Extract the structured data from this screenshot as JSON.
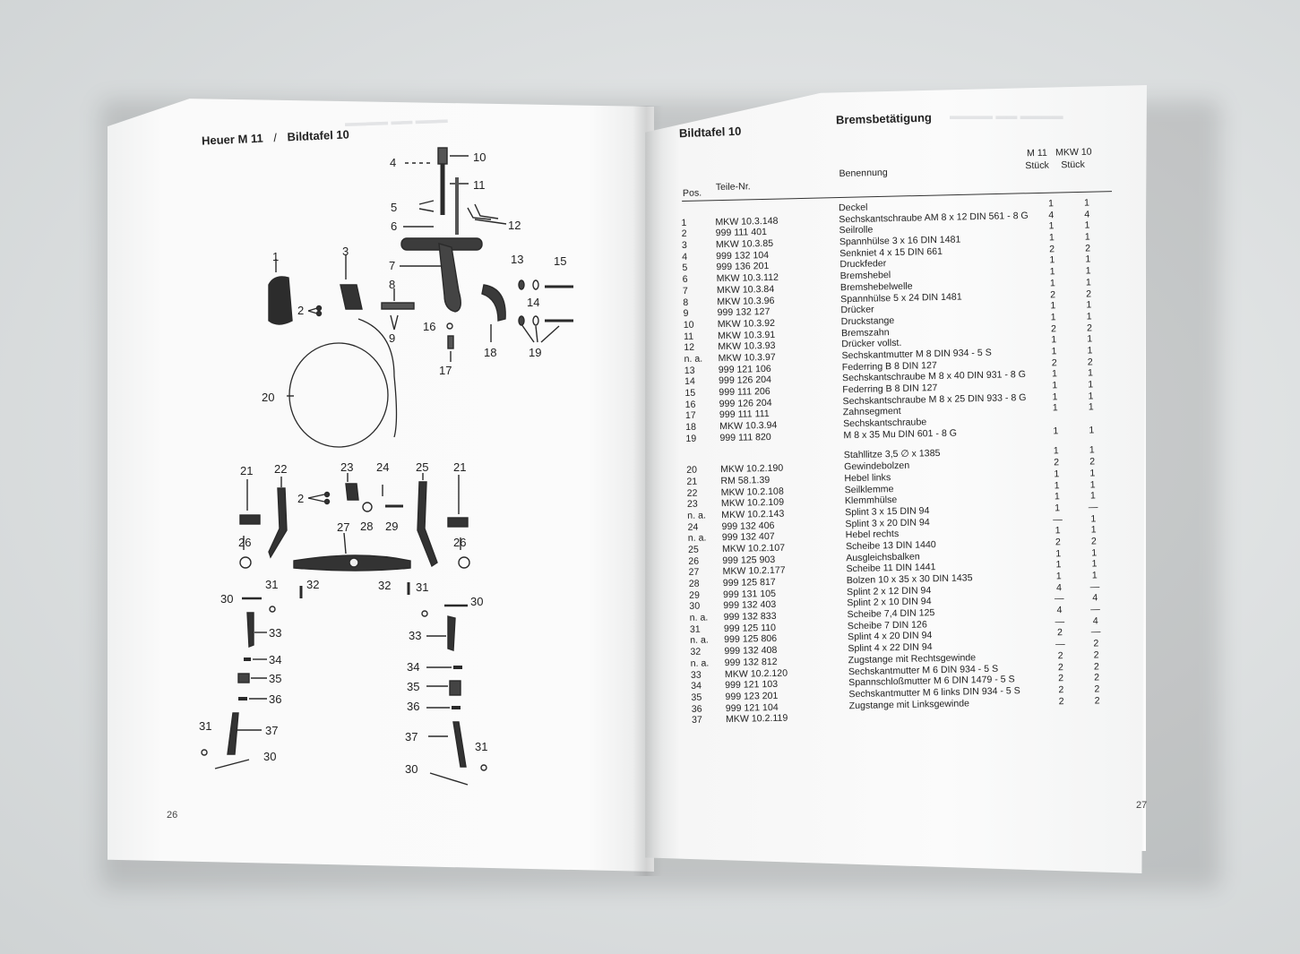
{
  "left_page": {
    "header_model": "Heuer M 11",
    "header_sep": "/",
    "header_plate": "Bildtafel 10",
    "page_number": "26",
    "callouts": [
      "1",
      "2",
      "3",
      "4",
      "5",
      "6",
      "7",
      "8",
      "9",
      "10",
      "11",
      "12",
      "13",
      "14",
      "15",
      "16",
      "17",
      "18",
      "19",
      "20",
      "21",
      "22",
      "23",
      "24",
      "25",
      "26",
      "27",
      "28",
      "29",
      "30",
      "31",
      "32",
      "33",
      "34",
      "35",
      "36",
      "37"
    ]
  },
  "right_page": {
    "plate_title": "Bildtafel 10",
    "section_title": "Bremsbetätigung",
    "page_number": "27",
    "columns": {
      "pos": "Pos.",
      "part": "Teile-Nr.",
      "name": "Benennung",
      "m11_line1": "M 11",
      "m11_line2": "Stück",
      "mkw_line1": "MKW 10",
      "mkw_line2": "Stück"
    },
    "rows_a": [
      {
        "pos": "",
        "part": "",
        "name": "Deckel",
        "m11": "1",
        "mkw": "1"
      },
      {
        "pos": "1",
        "part": "MKW 10.3.148",
        "name": "Sechskantschraube AM 8 x 12 DIN 561 - 8 G",
        "m11": "4",
        "mkw": "4"
      },
      {
        "pos": "2",
        "part": "999 111 401",
        "name": "Seilrolle",
        "m11": "1",
        "mkw": "1"
      },
      {
        "pos": "3",
        "part": "MKW 10.3.85",
        "name": "Spannhülse 3 x 16 DIN 1481",
        "m11": "1",
        "mkw": "1"
      },
      {
        "pos": "4",
        "part": "999 132 104",
        "name": "Senkniet 4 x 15 DIN 661",
        "m11": "2",
        "mkw": "2"
      },
      {
        "pos": "5",
        "part": "999 136 201",
        "name": "Druckfeder",
        "m11": "1",
        "mkw": "1"
      },
      {
        "pos": "6",
        "part": "MKW 10.3.112",
        "name": "Bremshebel",
        "m11": "1",
        "mkw": "1"
      },
      {
        "pos": "7",
        "part": "MKW 10.3.84",
        "name": "Bremshebelwelle",
        "m11": "1",
        "mkw": "1"
      },
      {
        "pos": "8",
        "part": "MKW 10.3.96",
        "name": "Spannhülse 5 x 24 DIN 1481",
        "m11": "2",
        "mkw": "2"
      },
      {
        "pos": "9",
        "part": "999 132 127",
        "name": "Drücker",
        "m11": "1",
        "mkw": "1"
      },
      {
        "pos": "10",
        "part": "MKW 10.3.92",
        "name": "Druckstange",
        "m11": "1",
        "mkw": "1"
      },
      {
        "pos": "11",
        "part": "MKW 10.3.91",
        "name": "Bremszahn",
        "m11": "2",
        "mkw": "2"
      },
      {
        "pos": "12",
        "part": "MKW 10.3.93",
        "name": "Drücker vollst.",
        "m11": "1",
        "mkw": "1"
      },
      {
        "pos": "n. a.",
        "part": "MKW 10.3.97",
        "name": "Sechskantmutter M 8 DIN 934 - 5 S",
        "m11": "1",
        "mkw": "1"
      },
      {
        "pos": "13",
        "part": "999 121 106",
        "name": "Federring B 8 DIN 127",
        "m11": "2",
        "mkw": "2"
      },
      {
        "pos": "14",
        "part": "999 126 204",
        "name": "Sechskantschraube M 8 x 40 DIN 931 - 8 G",
        "m11": "1",
        "mkw": "1"
      },
      {
        "pos": "15",
        "part": "999 111 206",
        "name": "Federring B 8 DIN 127",
        "m11": "1",
        "mkw": "1"
      },
      {
        "pos": "16",
        "part": "999 126 204",
        "name": "Sechskantschraube M 8 x 25 DIN 933 - 8 G",
        "m11": "1",
        "mkw": "1"
      },
      {
        "pos": "17",
        "part": "999 111 111",
        "name": "Zahnsegment",
        "m11": "1",
        "mkw": "1"
      },
      {
        "pos": "18",
        "part": "MKW 10.3.94",
        "name": "Sechskantschraube",
        "m11": "",
        "mkw": ""
      },
      {
        "pos": "19",
        "part": "999 111 820",
        "name": "M 8 x 35 Mu DIN 601 - 8 G",
        "m11": "1",
        "mkw": "1"
      }
    ],
    "rows_b": [
      {
        "pos": "",
        "part": "",
        "name": "Stahllitze 3,5 ∅ x 1385",
        "m11": "1",
        "mkw": "1"
      },
      {
        "pos": "20",
        "part": "MKW 10.2.190",
        "name": "Gewindebolzen",
        "m11": "2",
        "mkw": "2"
      },
      {
        "pos": "21",
        "part": "RM 58.1.39",
        "name": "Hebel links",
        "m11": "1",
        "mkw": "1"
      },
      {
        "pos": "22",
        "part": "MKW 10.2.108",
        "name": "Seilklemme",
        "m11": "1",
        "mkw": "1"
      },
      {
        "pos": "23",
        "part": "MKW 10.2.109",
        "name": "Klemmhülse",
        "m11": "1",
        "mkw": "1"
      },
      {
        "pos": "n. a.",
        "part": "MKW 10.2.143",
        "name": "Splint 3 x 15 DIN 94",
        "m11": "1",
        "mkw": "—"
      },
      {
        "pos": "24",
        "part": "999 132 406",
        "name": "Splint 3 x 20 DIN 94",
        "m11": "—",
        "mkw": "1"
      },
      {
        "pos": "n. a.",
        "part": "999 132 407",
        "name": "Hebel rechts",
        "m11": "1",
        "mkw": "1"
      },
      {
        "pos": "25",
        "part": "MKW 10.2.107",
        "name": "Scheibe 13 DIN 1440",
        "m11": "2",
        "mkw": "2"
      },
      {
        "pos": "26",
        "part": "999 125 903",
        "name": "Ausgleichsbalken",
        "m11": "1",
        "mkw": "1"
      },
      {
        "pos": "27",
        "part": "MKW 10.2.177",
        "name": "Scheibe 11 DIN 1441",
        "m11": "1",
        "mkw": "1"
      },
      {
        "pos": "28",
        "part": "999 125 817",
        "name": "Bolzen 10 x 35 x 30 DIN 1435",
        "m11": "1",
        "mkw": "1"
      },
      {
        "pos": "29",
        "part": "999 131 105",
        "name": "Splint 2 x 12 DIN 94",
        "m11": "4",
        "mkw": "—"
      },
      {
        "pos": "30",
        "part": "999 132 403",
        "name": "Splint 2 x 10 DIN 94",
        "m11": "—",
        "mkw": "4"
      },
      {
        "pos": "n. a.",
        "part": "999 132 833",
        "name": "Scheibe 7,4 DIN 125",
        "m11": "4",
        "mkw": "—"
      },
      {
        "pos": "31",
        "part": "999 125 110",
        "name": "Scheibe 7 DIN 126",
        "m11": "—",
        "mkw": "4"
      },
      {
        "pos": "n. a.",
        "part": "999 125 806",
        "name": "Splint 4 x 20 DIN 94",
        "m11": "2",
        "mkw": "—"
      },
      {
        "pos": "32",
        "part": "999 132 408",
        "name": "Splint 4 x 22 DIN 94",
        "m11": "—",
        "mkw": "2"
      },
      {
        "pos": "n. a.",
        "part": "999 132 812",
        "name": "Zugstange mit Rechtsgewinde",
        "m11": "2",
        "mkw": "2"
      },
      {
        "pos": "33",
        "part": "MKW 10.2.120",
        "name": "Sechskantmutter M 6 DIN 934 - 5 S",
        "m11": "2",
        "mkw": "2"
      },
      {
        "pos": "34",
        "part": "999 121 103",
        "name": "Spannschloßmutter M 6 DIN 1479 - 5 S",
        "m11": "2",
        "mkw": "2"
      },
      {
        "pos": "35",
        "part": "999 123 201",
        "name": "Sechskantmutter M 6 links DIN 934 - 5 S",
        "m11": "2",
        "mkw": "2"
      },
      {
        "pos": "36",
        "part": "999 121 104",
        "name": "Zugstange mit Linksgewinde",
        "m11": "2",
        "mkw": "2"
      },
      {
        "pos": "37",
        "part": "MKW 10.2.119",
        "name": "",
        "m11": "",
        "mkw": ""
      }
    ]
  }
}
